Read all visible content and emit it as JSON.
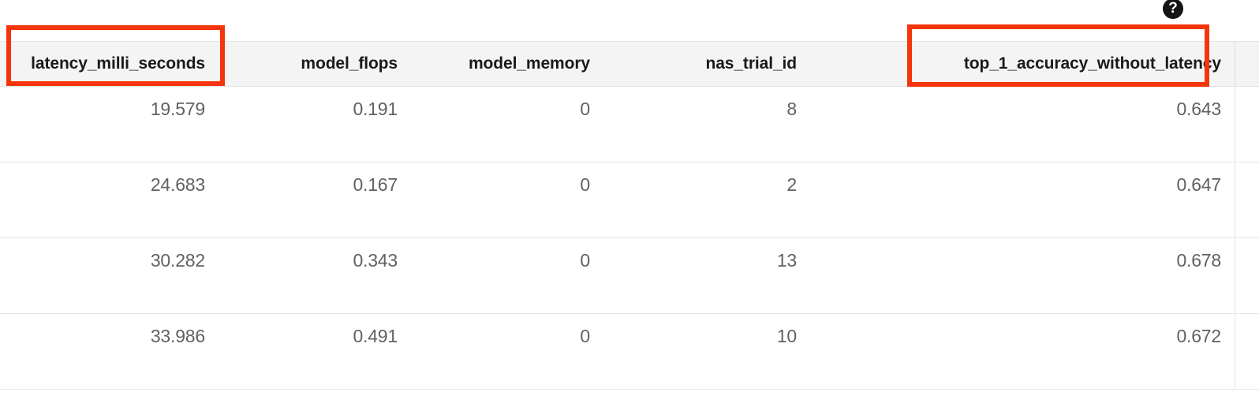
{
  "window": {
    "help_icon": "help-circle-icon",
    "help_glyph": "?"
  },
  "annotations": {
    "accent_color": "#f4350c",
    "boxes": [
      {
        "name": "latency_milli_seconds-header-highlight",
        "target": "column-header-0"
      },
      {
        "name": "top_1_accuracy_without_latency-header-highlight",
        "target": "column-header-4"
      }
    ]
  },
  "table": {
    "columns": [
      "latency_milli_seconds",
      "model_flops",
      "model_memory",
      "nas_trial_id",
      "top_1_accuracy_without_latency",
      ""
    ],
    "rows": [
      {
        "latency_milli_seconds": "19.579",
        "model_flops": "0.191",
        "model_memory": "0",
        "nas_trial_id": "8",
        "top_1_accuracy_without_latency": "0.643",
        "extra": ""
      },
      {
        "latency_milli_seconds": "24.683",
        "model_flops": "0.167",
        "model_memory": "0",
        "nas_trial_id": "2",
        "top_1_accuracy_without_latency": "0.647",
        "extra": ""
      },
      {
        "latency_milli_seconds": "30.282",
        "model_flops": "0.343",
        "model_memory": "0",
        "nas_trial_id": "13",
        "top_1_accuracy_without_latency": "0.678",
        "extra": ""
      },
      {
        "latency_milli_seconds": "33.986",
        "model_flops": "0.491",
        "model_memory": "0",
        "nas_trial_id": "10",
        "top_1_accuracy_without_latency": "0.672",
        "extra": ""
      }
    ]
  },
  "colors": {
    "header_background": "#f4f4f4",
    "header_text": "#1a1a1a",
    "cell_text": "#616161",
    "row_divider": "#e6e6e6",
    "page_background": "#ffffff"
  }
}
